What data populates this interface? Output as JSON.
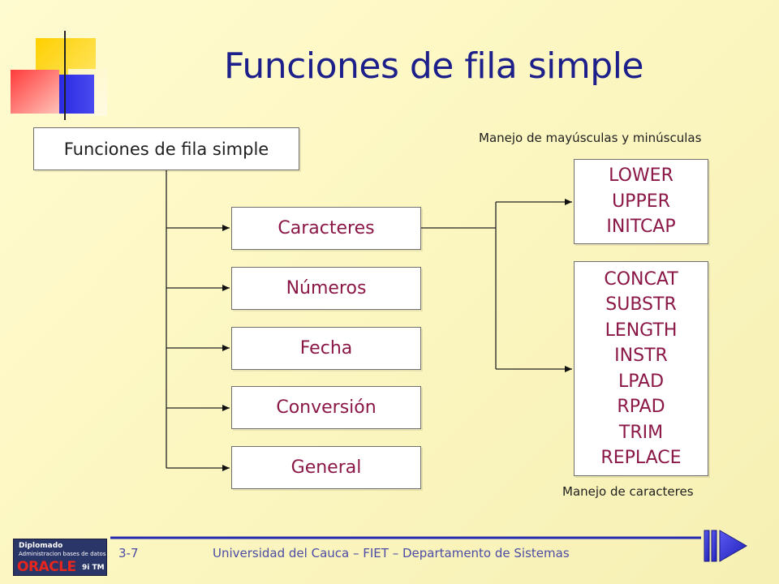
{
  "slide": {
    "title": "Funciones de fila simple",
    "footer_number": "3-7",
    "footer_text": "Universidad del Cauca – FIET – Departamento de Sistemas"
  },
  "diagram": {
    "root": "Funciones de fila simple",
    "categories": [
      "Caracteres",
      "Números",
      "Fecha",
      "Conversión",
      "General"
    ],
    "case_group": {
      "label": "Manejo de mayúsculas y minúsculas",
      "items": [
        "LOWER",
        "UPPER",
        "INITCAP"
      ]
    },
    "char_group": {
      "label": "Manejo de caracteres",
      "items": [
        "CONCAT",
        "SUBSTR",
        "LENGTH",
        "INSTR",
        "LPAD",
        "RPAD",
        "TRIM",
        "REPLACE"
      ]
    }
  },
  "logo": {
    "line1": "Diplomado",
    "line2": "Administracion bases de datos",
    "brand": "ORACLE",
    "version": "9i TM"
  },
  "colors": {
    "title": "#1d1f8a",
    "box_text": "#8b1747",
    "footer_text": "#4b4ba6",
    "footer_rule": "#2228b0",
    "deco_yellow": "#ffd21a",
    "deco_red": "#ff5a4a",
    "deco_blue": "#2a2ae0"
  }
}
